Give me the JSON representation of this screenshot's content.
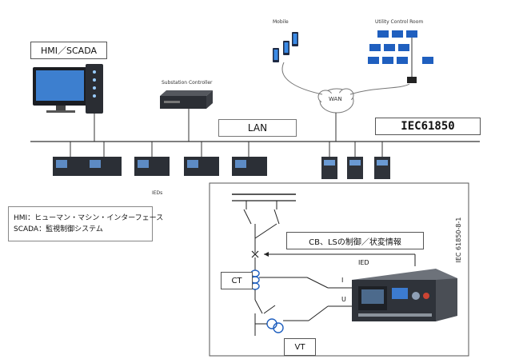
{
  "labels": {
    "hmi_scada": "HMI／SCADA",
    "substation_controller": "Substation Controller",
    "mobile": "Mobile",
    "utility_control_room": "Utility Control Room",
    "wan": "WAN",
    "lan": "LAN",
    "iec61850": "IEC61850",
    "ieds": "IEDs",
    "iec61850_8_1": "IEC 61850-8-1",
    "cb_ls": "CB、LSの制御／状変情報",
    "ied": "IED",
    "ct": "CT",
    "vt": "VT",
    "i": "I",
    "u": "U"
  },
  "legend": {
    "line1": "HMI：ヒューマン・マシン・インターフェース",
    "line2": "SCADA：監視制御システム"
  },
  "colors": {
    "line": "#333333",
    "device_dark": "#2b2f36",
    "screen_blue": "#2e7fd6",
    "ct_blue": "#1f5fbf",
    "ied_panel": "#3a3f48"
  }
}
